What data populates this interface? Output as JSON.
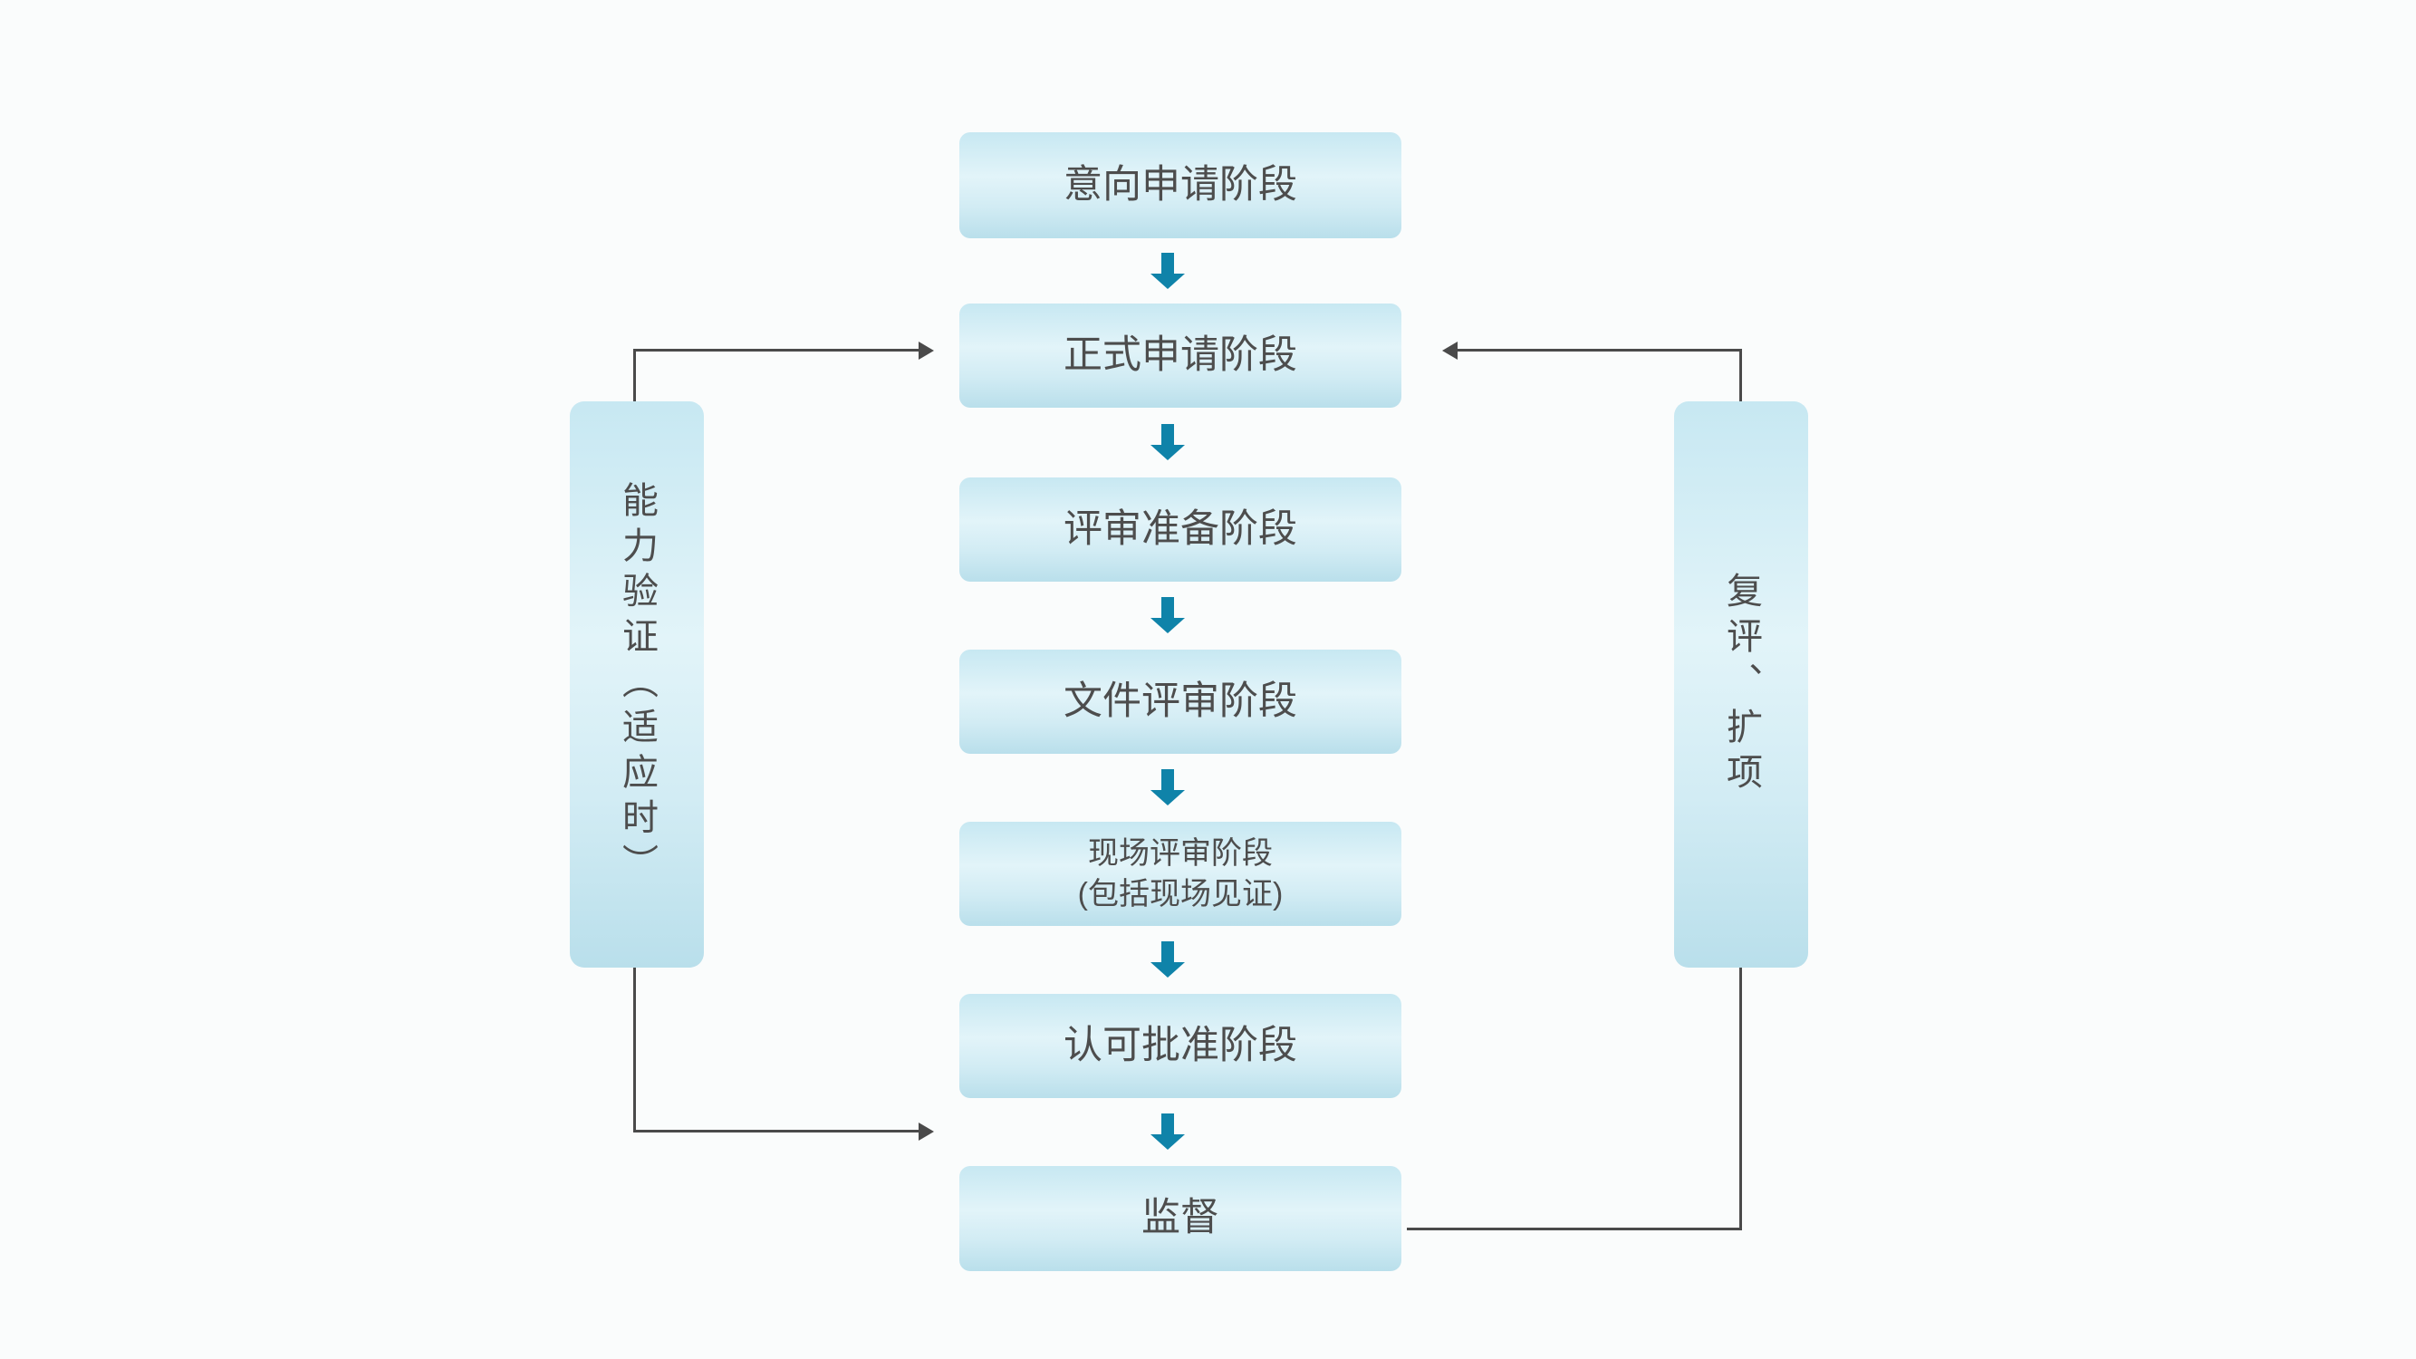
{
  "colors": {
    "background": "#fafcfc",
    "box-top": "#c7e8f2",
    "box-mid": "#e2f4f9",
    "box-mid2": "#d2ecf4",
    "box-bottom": "#b9dfeb",
    "flow-arrow": "#0f83a9",
    "connector": "#4a4a4a",
    "text": "#4d4d4d"
  },
  "flowchart": {
    "main_steps": [
      {
        "label": "意向申请阶段"
      },
      {
        "label": "正式申请阶段"
      },
      {
        "label": "评审准备阶段"
      },
      {
        "label": "文件评审阶段"
      },
      {
        "label": "现场评审阶段",
        "sublabel": "(包括现场见证)"
      },
      {
        "label": "认可批准阶段"
      },
      {
        "label": "监督"
      }
    ],
    "side_branches": {
      "left": {
        "label": "能力验证（适应时）"
      },
      "right": {
        "label": "复评、扩项"
      }
    }
  }
}
